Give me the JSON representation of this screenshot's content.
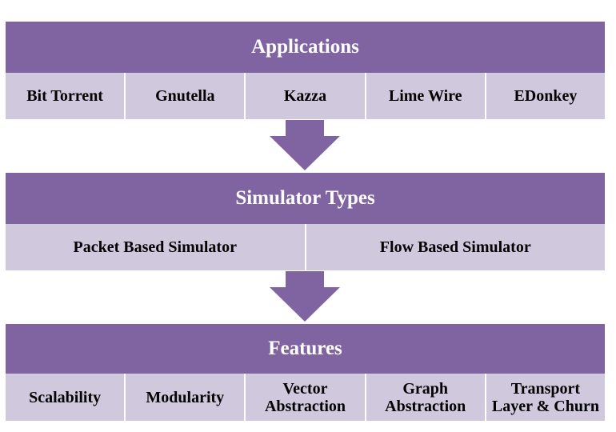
{
  "colors": {
    "header_bg": "#8064a2",
    "cell_bg": "#d0c9dd",
    "arrow": "#8064a2"
  },
  "applications": {
    "title": "Applications",
    "items": [
      "Bit Torrent",
      "Gnutella",
      "Kazza",
      "Lime Wire",
      "EDonkey"
    ]
  },
  "simulator_types": {
    "title": "Simulator Types",
    "items": [
      "Packet Based Simulator",
      "Flow Based Simulator"
    ]
  },
  "features": {
    "title": "Features",
    "items": [
      "Scalability",
      "Modularity",
      "Vector Abstraction",
      "Graph Abstraction",
      "Transport Layer & Churn"
    ]
  }
}
